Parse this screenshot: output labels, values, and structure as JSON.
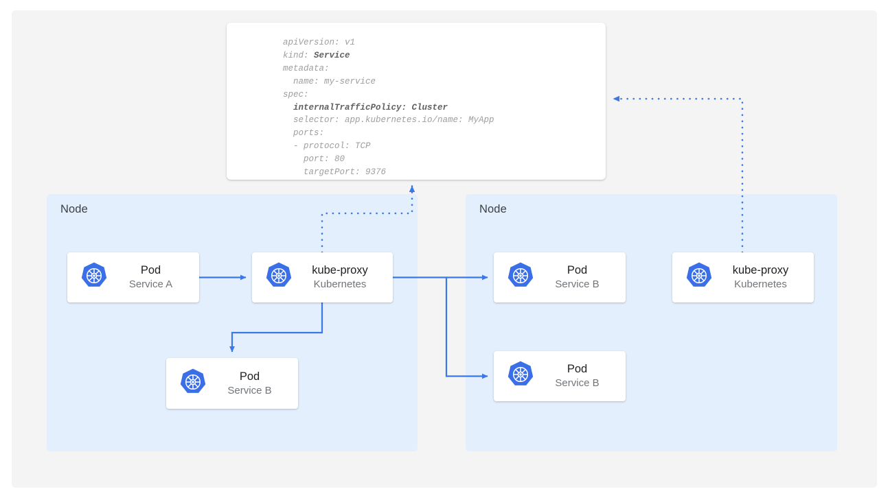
{
  "diagram": {
    "title": "Kubernetes Service internalTrafficPolicy Cluster diagram",
    "accent_color": "#4285f4",
    "node_bg_color": "#e3effc",
    "panel_bg_color": "#f4f4f4",
    "icon_color": "#3a6fe8"
  },
  "yaml_card": {
    "name": "service-manifest",
    "lines": [
      {
        "text": "apiVersion: v1",
        "bold": false
      },
      {
        "text": "kind: Service",
        "bold": false,
        "bold_part": "Service"
      },
      {
        "text": "metadata:",
        "bold": false
      },
      {
        "text": "  name: my-service",
        "bold": false
      },
      {
        "text": "spec:",
        "bold": false
      },
      {
        "text": "  internalTrafficPolicy: Cluster",
        "bold": true
      },
      {
        "text": "  selector: app.kubernetes.io/name: MyApp",
        "bold": false
      },
      {
        "text": "  ports:",
        "bold": false
      },
      {
        "text": "  - protocol: TCP",
        "bold": false
      },
      {
        "text": "    port: 80",
        "bold": false
      },
      {
        "text": "    targetPort: 9376",
        "bold": false
      }
    ]
  },
  "nodes": [
    {
      "label": "Node",
      "cards": [
        {
          "id": "pod-service-a",
          "title": "Pod",
          "subtitle": "Service A",
          "icon": "kubernetes-icon"
        },
        {
          "id": "kube-proxy-left",
          "title": "kube-proxy",
          "subtitle": "Kubernetes",
          "icon": "kubernetes-icon"
        },
        {
          "id": "pod-service-b-left",
          "title": "Pod",
          "subtitle": "Service B",
          "icon": "kubernetes-icon"
        }
      ]
    },
    {
      "label": "Node",
      "cards": [
        {
          "id": "pod-service-b-right-top",
          "title": "Pod",
          "subtitle": "Service B",
          "icon": "kubernetes-icon"
        },
        {
          "id": "kube-proxy-right",
          "title": "kube-proxy",
          "subtitle": "Kubernetes",
          "icon": "kubernetes-icon"
        },
        {
          "id": "pod-service-b-right-bottom",
          "title": "Pod",
          "subtitle": "Service B",
          "icon": "kubernetes-icon"
        }
      ]
    }
  ],
  "connectors": [
    {
      "id": "pod-a-to-kube-proxy",
      "style": "solid",
      "from": "pod-service-a",
      "to": "kube-proxy-left"
    },
    {
      "id": "kube-proxy-to-pod-b-left",
      "style": "solid",
      "from": "kube-proxy-left",
      "to": "pod-service-b-left"
    },
    {
      "id": "kube-proxy-to-pod-b-right-top",
      "style": "solid",
      "from": "kube-proxy-left",
      "to": "pod-service-b-right-top"
    },
    {
      "id": "kube-proxy-to-pod-b-right-bottom",
      "style": "solid",
      "from": "kube-proxy-left",
      "to": "pod-service-b-right-bottom"
    },
    {
      "id": "kube-proxy-left-to-manifest",
      "style": "dotted",
      "from": "kube-proxy-left",
      "to": "service-manifest"
    },
    {
      "id": "kube-proxy-right-to-manifest",
      "style": "dotted",
      "from": "kube-proxy-right",
      "to": "service-manifest"
    }
  ]
}
